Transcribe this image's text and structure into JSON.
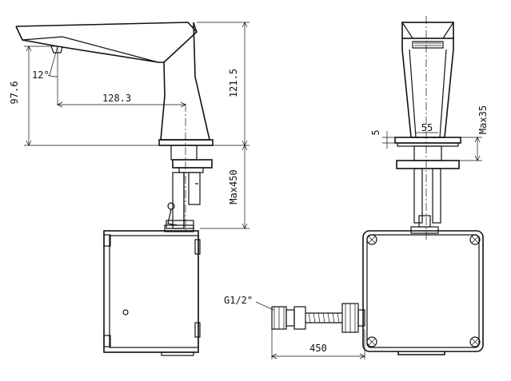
{
  "dimensions": {
    "spout_height": "97.6",
    "spout_angle": "12°",
    "spout_reach": "128.3",
    "total_height": "121.5",
    "max_shank": "Max450",
    "deck_thickness": "5",
    "base_width": "55",
    "max_deck": "Max35",
    "hose_length": "450",
    "connection_thread": "G1/2\""
  }
}
